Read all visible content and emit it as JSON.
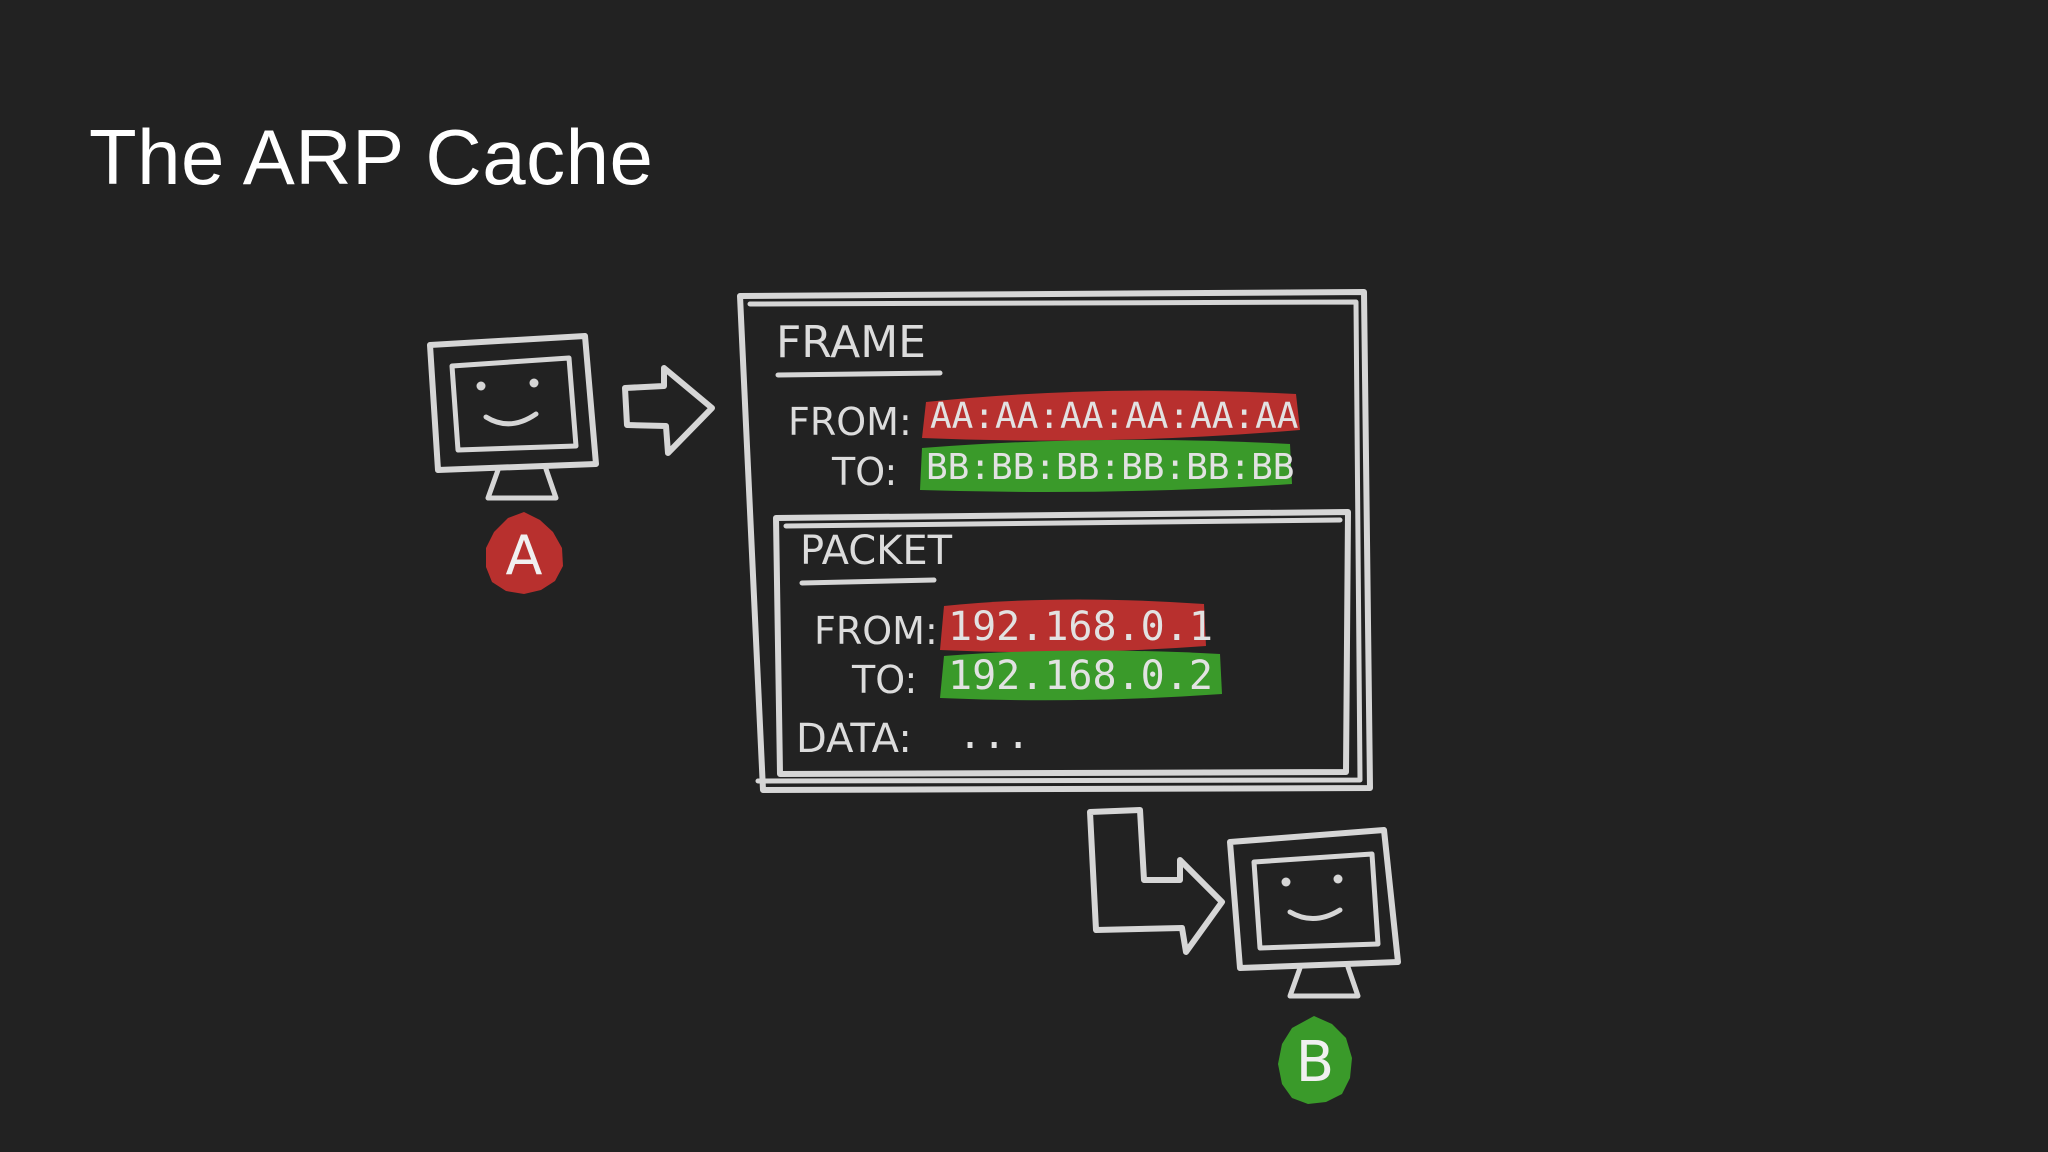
{
  "slide": {
    "title": "The ARP Cache"
  },
  "colors": {
    "background": "#222222",
    "source_highlight": "#b8302e",
    "destination_highlight": "#3a9a2a",
    "ink": "#d6d6d6"
  },
  "hosts": {
    "sender": {
      "label": "A",
      "color": "#b8302e",
      "icon": "smiling-computer-monitor-icon"
    },
    "receiver": {
      "label": "B",
      "color": "#3a9a2a",
      "icon": "smiling-computer-monitor-icon"
    }
  },
  "frame": {
    "title": "FRAME",
    "from_label": "FROM:",
    "from_value": "AA:AA:AA:AA:AA:AA",
    "to_label": "TO:",
    "to_value": "BB:BB:BB:BB:BB:BB"
  },
  "packet": {
    "title": "PACKET",
    "from_label": "FROM:",
    "from_value": "192.168.0.1",
    "to_label": "TO:",
    "to_value": "192.168.0.2",
    "data_label": "DATA:",
    "data_value": "..."
  },
  "arrows": {
    "send": "right-arrow-icon",
    "deliver": "down-right-arrow-icon"
  }
}
